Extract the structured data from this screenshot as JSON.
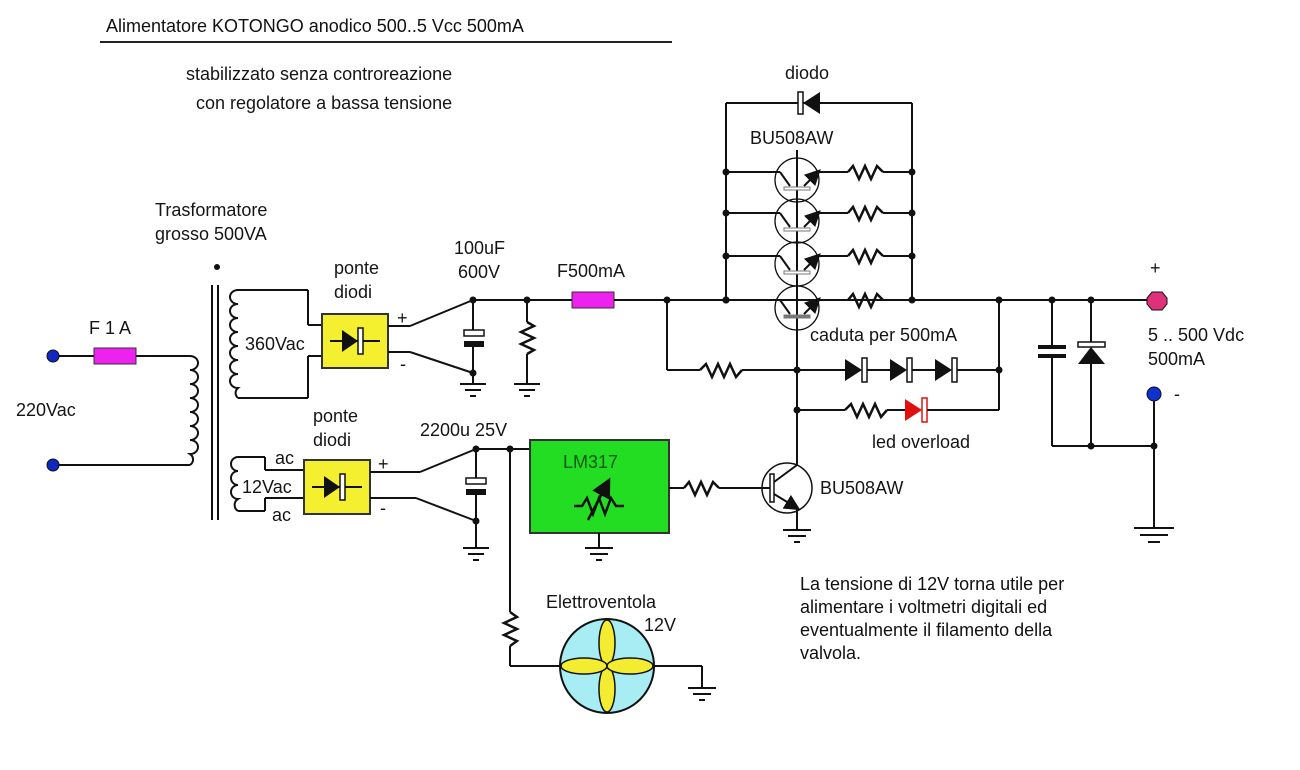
{
  "title": {
    "main": "Alimentatore  KOTONGO   anodico 500..5 Vcc 500mA",
    "subtitle_line1": "stabilizzato senza controreazione",
    "subtitle_line2": "con regolatore a bassa tensione"
  },
  "input": {
    "fuse_label": "F 1 A",
    "voltage_label": "220Vac"
  },
  "transformer": {
    "label_line1": "Trasformatore",
    "label_line2": "grosso 500VA",
    "secondary_hv_label": "360Vac",
    "secondary_lv_label": "12Vac",
    "ac_top_label": "ac",
    "ac_bottom_label": "ac"
  },
  "bridges": [
    {
      "label_line1": "ponte",
      "label_line2": "diodi",
      "plus": "+",
      "minus": "-"
    },
    {
      "label_line1": "ponte",
      "label_line2": "diodi",
      "plus": "+",
      "minus": "-"
    }
  ],
  "hv_filter": {
    "cap_label_line1": "100uF",
    "cap_label_line2": "600V",
    "fuse_label": "F500mA"
  },
  "pass_stage": {
    "diode_label": "diodo",
    "transistor_label": "BU508AW",
    "drop_label": "caduta per 500mA",
    "led_label": "led overload",
    "led_color": "#e01010"
  },
  "output": {
    "plus_label": "+",
    "minus_label": "-",
    "voltage_label": "5 .. 500 Vdc",
    "current_label": "500mA",
    "plus_terminal_color": "#e0307a",
    "minus_terminal_color": "#1030d0"
  },
  "lv_section": {
    "cap_label": "2200u 25V",
    "regulator_label": "LM317",
    "regulator_color": "#22dd22",
    "driver_transistor_label": "BU508AW",
    "fan_label_line1": "Elettroventola",
    "fan_label_line2": "12V",
    "fan_color": "#a8ecf4",
    "fan_blade_color": "#f4ec30"
  },
  "colors": {
    "fuse": "#ee22ee",
    "bridge": "#f4f030",
    "terminal_input": "#1028c0"
  },
  "note": "La tensione di 12V torna utile per\nalimentare i voltmetri digitali ed\neventualmente il filamento della\nvalvola."
}
